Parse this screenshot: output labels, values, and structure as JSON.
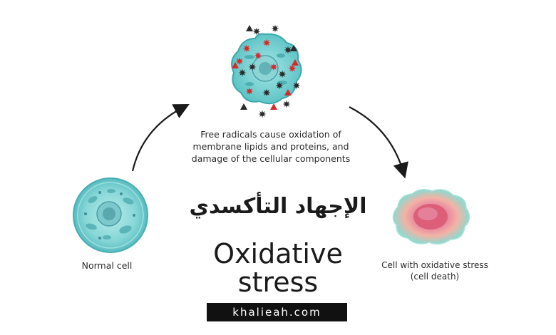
{
  "labels": {
    "top_caption": "Free radicals cause oxidation of membrane lipids and proteins, and damage of the cellular components",
    "normal_cell": "Normal cell",
    "stressed_cell_line1": "Cell with oxidative stress",
    "stressed_cell_line2": "(cell death)"
  },
  "titles": {
    "arabic": "الإجهاد التأكسدي",
    "english_line1": "Oxidative",
    "english_line2": "stress"
  },
  "brand": {
    "text": "khalieah.com"
  },
  "colors": {
    "cell_teal": "#7fd3d3",
    "cell_teal_dark": "#5fbcbf",
    "radical_red": "#d62a2a",
    "radical_black": "#2a2a2a",
    "dead_cell_pink": "#e06b86",
    "dead_cell_outer": "#6fd0c6"
  }
}
